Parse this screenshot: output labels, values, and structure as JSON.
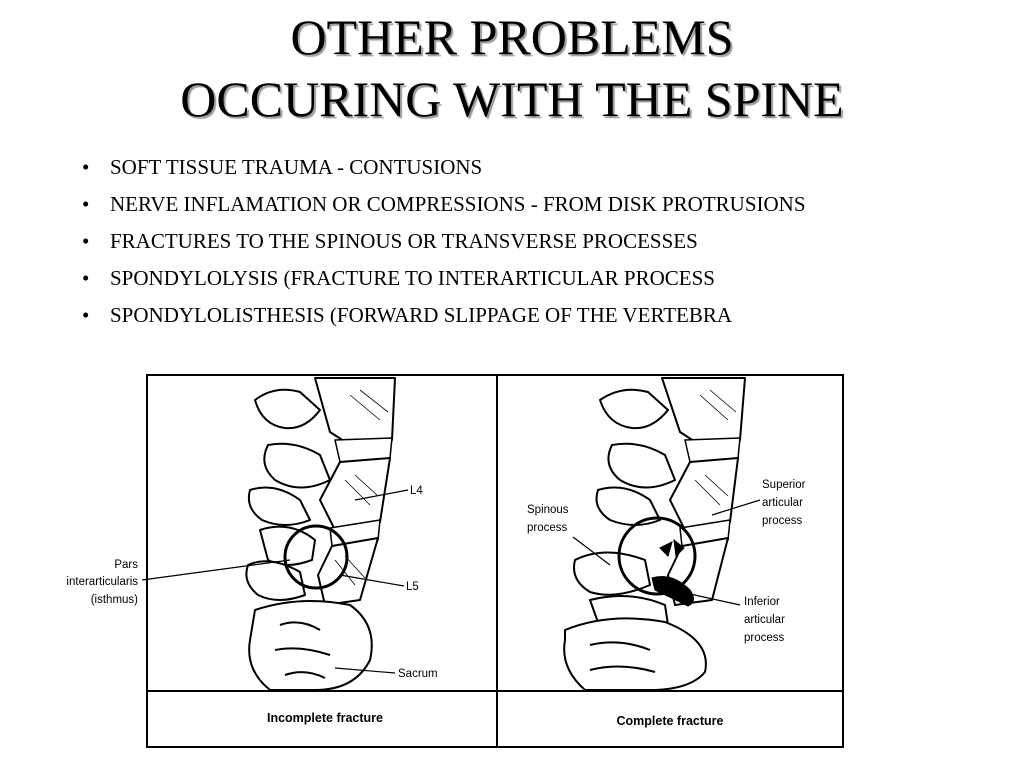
{
  "slide": {
    "title_line1": "OTHER PROBLEMS",
    "title_line2": "OCCURING WITH THE SPINE",
    "bullets": [
      {
        "text": "SOFT TISSUE TRAUMA - CONTUSIONS"
      },
      {
        "text": "NERVE INFLAMATION OR COMPRESSIONS - FROM DISK PROTRUSIONS"
      },
      {
        "text": "FRACTURES TO THE SPINOUS OR TRANSVERSE PROCESSES"
      },
      {
        "text": "SPONDYLOLYSIS (FRACTURE TO INTERARTICULAR PROCESS"
      },
      {
        "text": "SPONDYLOLISTHESIS (FORWARD SLIPPAGE OF THE VERTEBRA"
      }
    ],
    "bullet_glyph": "•"
  },
  "figure": {
    "left_panel": {
      "labels": {
        "l4": "L4",
        "l5": "L5",
        "pars_line1": "Pars",
        "pars_line2": "interarticularis",
        "pars_line3": "(isthmus)",
        "sacrum": "Sacrum"
      },
      "caption": "Incomplete fracture"
    },
    "right_panel": {
      "labels": {
        "spinous_line1": "Spinous",
        "spinous_line2": "process",
        "superior_line1": "Superior",
        "superior_line2": "articular",
        "superior_line3": "process",
        "inferior_line1": "Inferior",
        "inferior_line2": "articular",
        "inferior_line3": "process"
      },
      "caption": "Complete fracture"
    }
  }
}
